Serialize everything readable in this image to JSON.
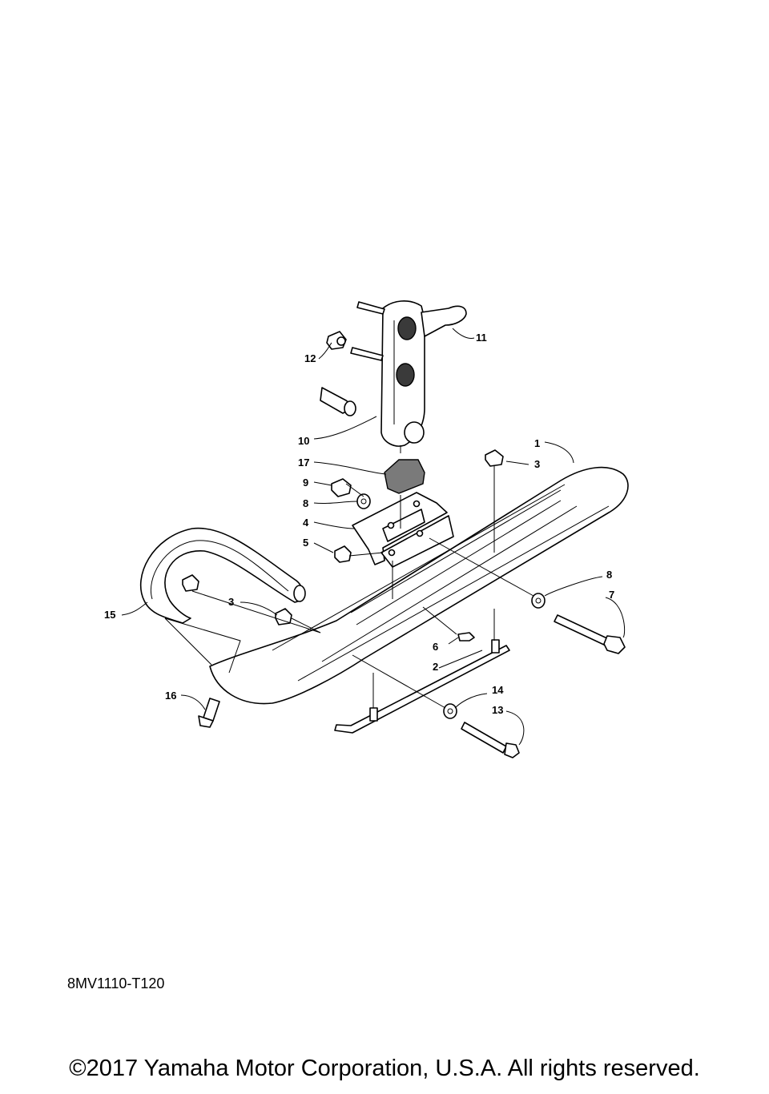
{
  "diagram_code": "8MV1110-T120",
  "copyright": "©2017 Yamaha Motor Corporation, U.S.A. All rights reserved.",
  "callouts": {
    "c1": "1",
    "c2": "2",
    "c3a": "3",
    "c3b": "3",
    "c4": "4",
    "c5": "5",
    "c6": "6",
    "c7": "7",
    "c8a": "8",
    "c8b": "8",
    "c9": "9",
    "c10": "10",
    "c11": "11",
    "c12": "12",
    "c13": "13",
    "c14": "14",
    "c15": "15",
    "c16": "16",
    "c17": "17"
  }
}
